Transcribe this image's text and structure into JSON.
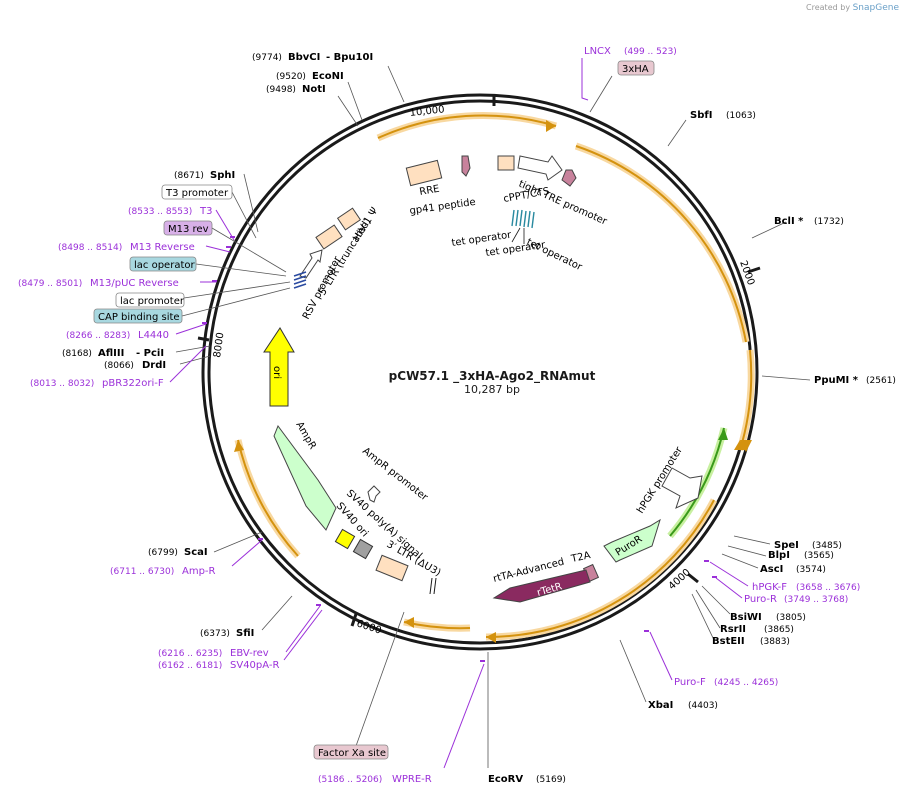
{
  "credit": {
    "prefix": "Created by",
    "brand": "SnapGene"
  },
  "plasmid": {
    "name": "pCW57.1 _3xHA-Ago2_RNAmut",
    "length_label": "10,287 bp"
  },
  "colors": {
    "backbone": "#1a1a1a",
    "primer": "#9b30d9",
    "orange": "#f5a623",
    "feature_text": "#1a1a1a"
  },
  "enzymes": [
    {
      "name": "BbvCI",
      "pos": "(9774)",
      "extra": " - Bpu10I"
    },
    {
      "name": "EcoNI",
      "pos": "(9520)"
    },
    {
      "name": "NotI",
      "pos": "(9498)"
    },
    {
      "name": "SbfI",
      "pos": "(1063)"
    },
    {
      "name": "BclI *",
      "pos": "(1732)"
    },
    {
      "name": "PpuMI *",
      "pos": "(2561)"
    },
    {
      "name": "SpeI",
      "pos": "(3485)"
    },
    {
      "name": "BlpI",
      "pos": "(3565)"
    },
    {
      "name": "AscI",
      "pos": "(3574)"
    },
    {
      "name": "BsiWI",
      "pos": "(3805)"
    },
    {
      "name": "RsrII",
      "pos": "(3865)"
    },
    {
      "name": "BstEII",
      "pos": "(3883)"
    },
    {
      "name": "XbaI",
      "pos": "(4403)"
    },
    {
      "name": "EcoRV",
      "pos": "(5169)"
    },
    {
      "name": "SfiI",
      "pos": "(6373)"
    },
    {
      "name": "ScaI",
      "pos": "(6799)"
    },
    {
      "name": "DrdI",
      "pos": "(8066)"
    },
    {
      "name": "AflIII",
      "pos": "(8168)",
      "extra": " - PciI"
    },
    {
      "name": "SphI",
      "pos": "(8671)"
    }
  ],
  "primers": [
    {
      "name": "LNCX",
      "range": "(499 .. 523)"
    },
    {
      "name": "T3",
      "range": "(8533 .. 8553)"
    },
    {
      "name": "M13 Reverse",
      "range": "(8498 .. 8514)"
    },
    {
      "name": "M13/pUC Reverse",
      "range": "(8479 .. 8501)"
    },
    {
      "name": "L4440",
      "range": "(8266 .. 8283)"
    },
    {
      "name": "pBR322ori-F",
      "range": "(8013 .. 8032)"
    },
    {
      "name": "hPGK-F",
      "range": "(3658 .. 3676)"
    },
    {
      "name": "Puro-R",
      "range": "(3749 .. 3768)"
    },
    {
      "name": "Puro-F",
      "range": "(4245 .. 4265)"
    },
    {
      "name": "WPRE-R",
      "range": "(5186 .. 5206)"
    },
    {
      "name": "EBV-rev",
      "range": "(6216 .. 6235)"
    },
    {
      "name": "SV40pA-R",
      "range": "(6162 .. 6181)"
    },
    {
      "name": "Amp-R",
      "range": "(6711 .. 6730)"
    }
  ],
  "boxed_labels": [
    {
      "name": "3xHA",
      "style": "pink"
    },
    {
      "name": "T3 promoter",
      "style": "white"
    },
    {
      "name": "M13 rev",
      "style": "purple"
    },
    {
      "name": "lac operator",
      "style": "teal"
    },
    {
      "name": "lac promoter",
      "style": "white"
    },
    {
      "name": "CAP binding site",
      "style": "teal"
    },
    {
      "name": "Factor Xa site",
      "style": "pink"
    }
  ],
  "ticks": [
    "10,000",
    "2000",
    "4000",
    "6000",
    "8000"
  ],
  "features": {
    "rre": "RRE",
    "gp41": "gp41 peptide",
    "tight_tre": "tight TRE promoter",
    "cppt": "cPPT/CTS",
    "tet1": "tet operator",
    "tet2": "tet operator",
    "tet3": "tet operator",
    "hiv": "HIV-1 Ψ",
    "ltr5": "5′ LTR (truncated)",
    "rsv": "RSV promoter",
    "ori": "ori",
    "ampr": "AmpR",
    "ampr_prom": "AmpR promoter",
    "sv40_ori": "SV40 ori",
    "sv40_pa": "SV40 poly(A) signal",
    "ltr3": "3′ LTR (ΔU3)",
    "hpgk": "hPGK promoter",
    "puror": "PuroR",
    "rtta": "rtTA-Advanced",
    "t2a": "T2A",
    "rtetr": "rTetR"
  }
}
